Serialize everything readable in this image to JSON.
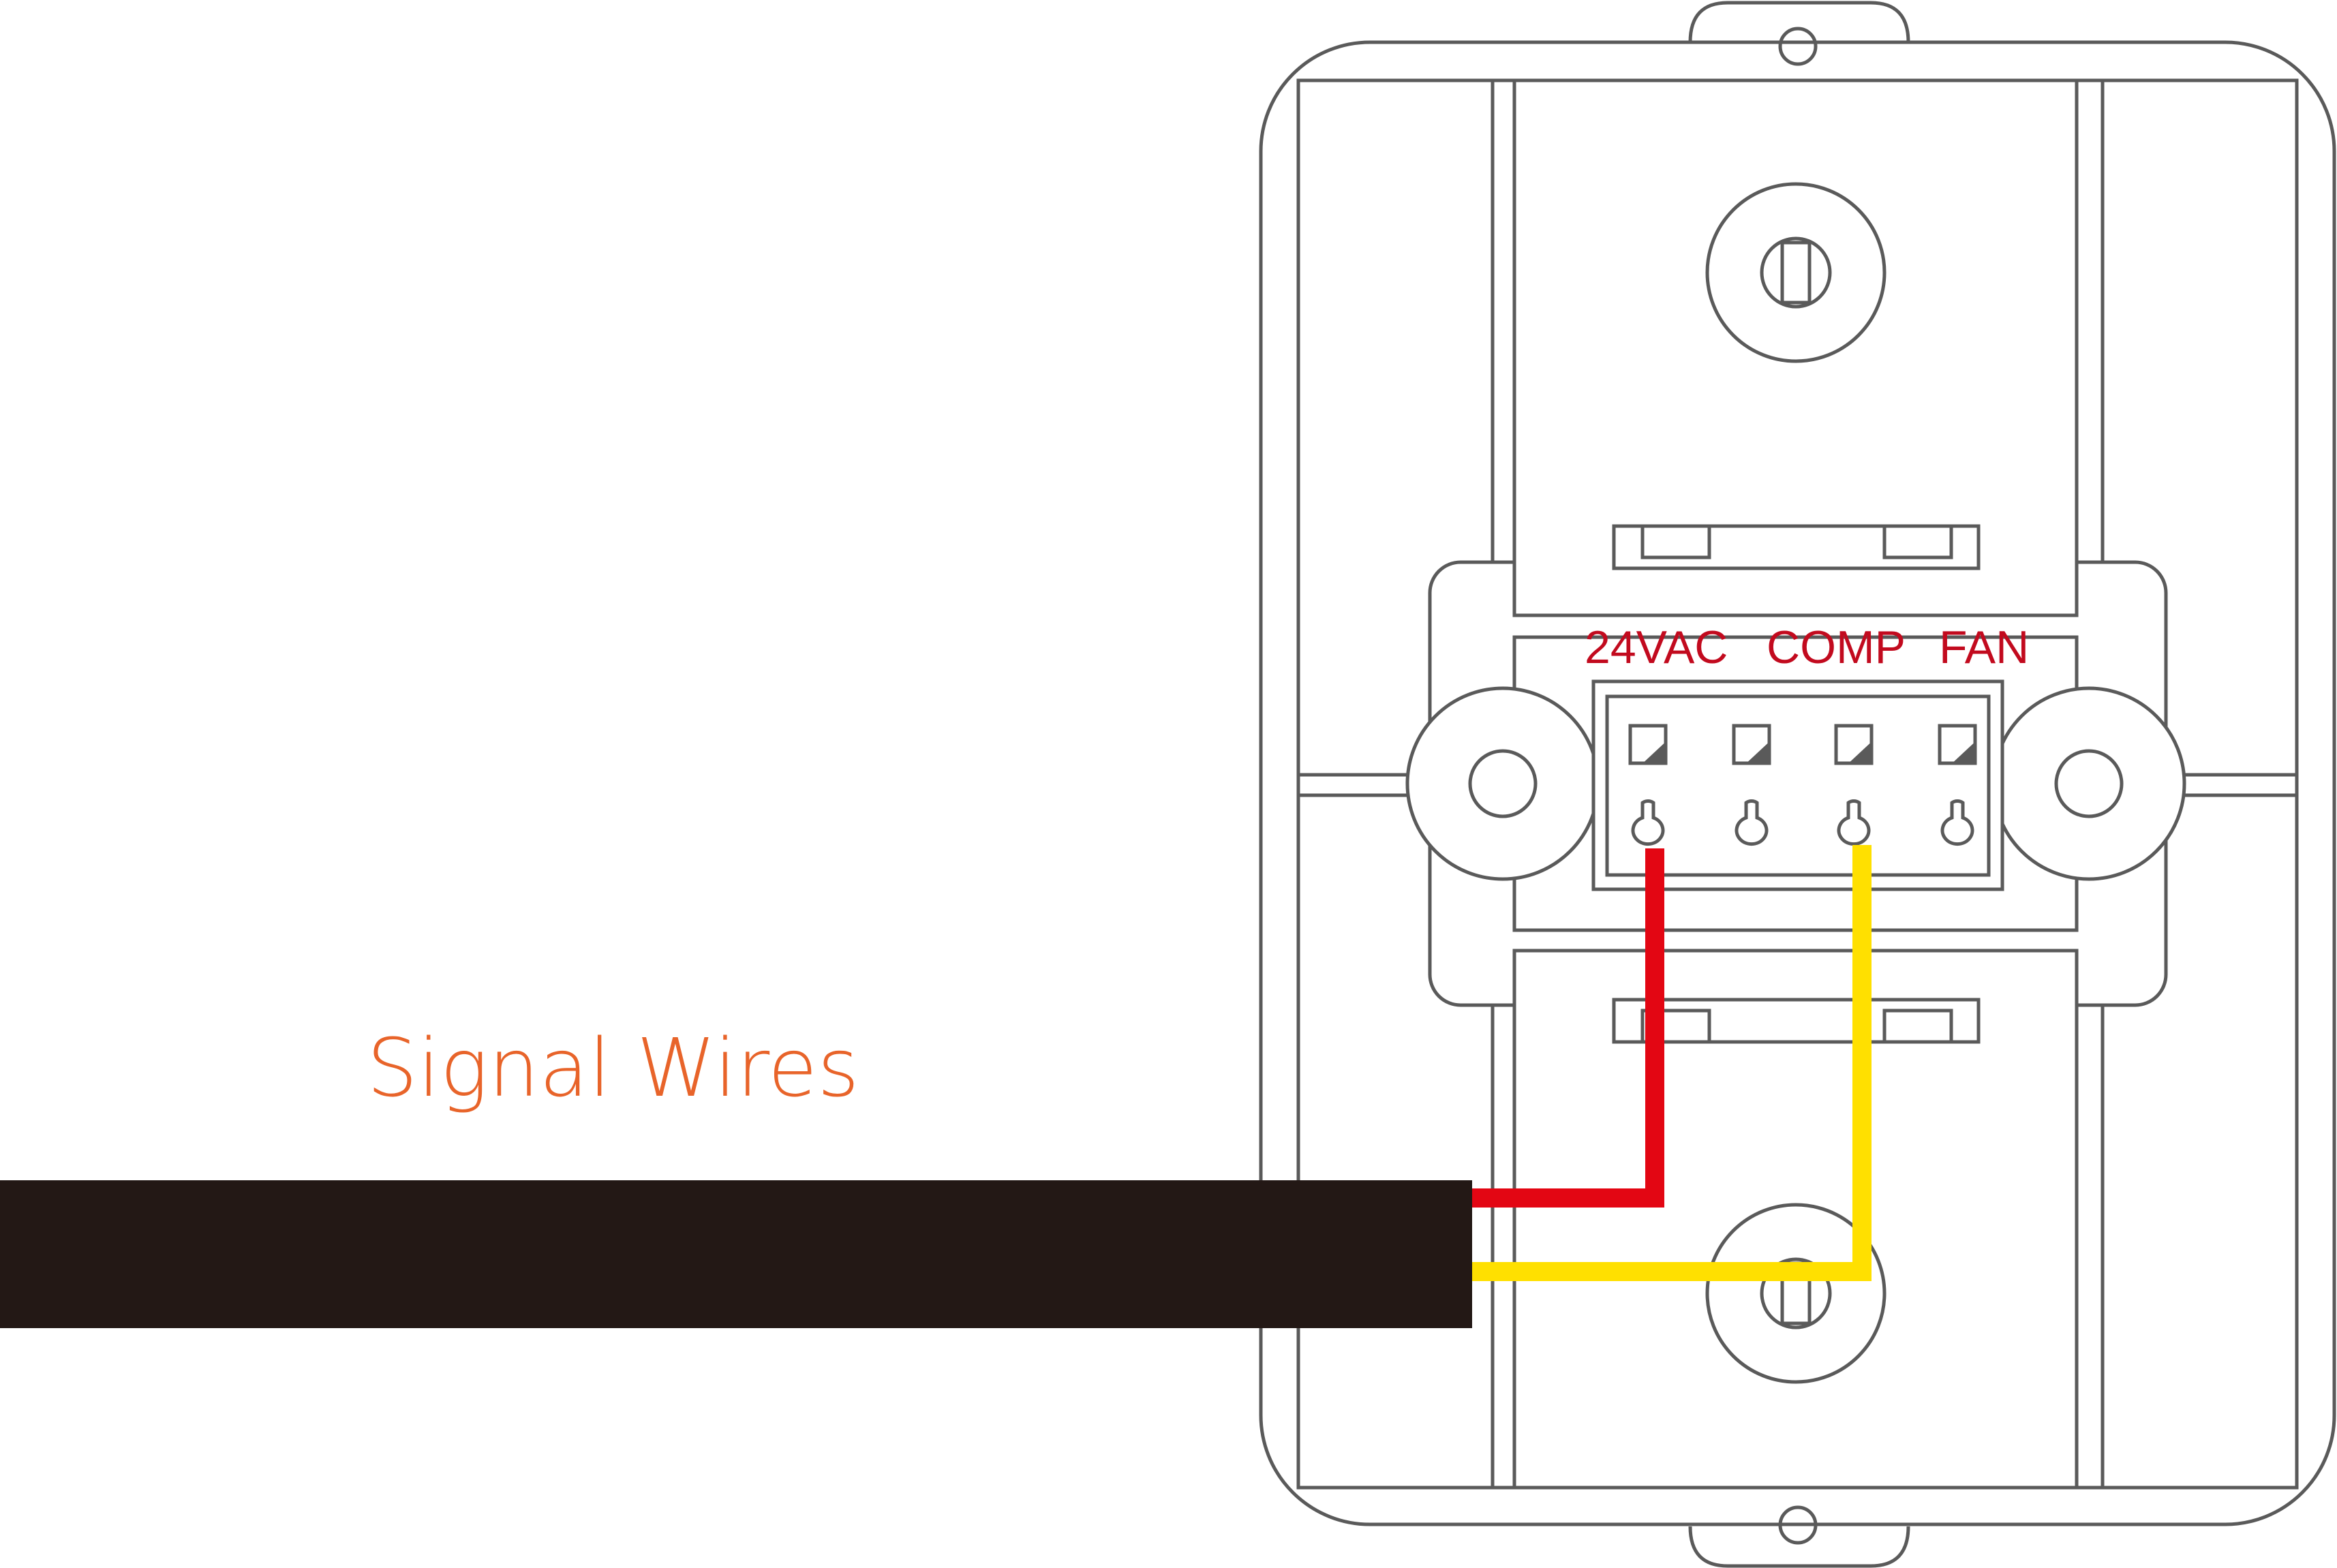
{
  "title": "Signal Wires",
  "terminals": [
    "24VAC",
    "COMP",
    "FAN"
  ],
  "wires": [
    {
      "name": "red",
      "color": "#e30613"
    },
    {
      "name": "yellow",
      "color": "#ffe000"
    }
  ],
  "colors": {
    "outline": "#5a5a5a",
    "cable": "#231815",
    "title": "#e8642a",
    "terminal_label": "#c20a1e",
    "background": "#ffffff"
  }
}
